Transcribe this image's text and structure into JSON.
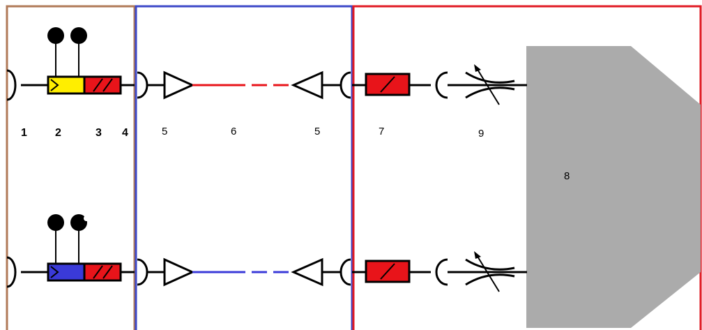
{
  "colors": {
    "panel_left_border": "#b07a58",
    "panel_middle_border": "#3c48c8",
    "panel_right_border": "#e01b24",
    "line": "#000000",
    "block_red": "#e8141a",
    "block_yellow": "#ffee00",
    "block_blue": "#3a3ad8",
    "link_top": "#e8141a",
    "link_bottom": "#3a3ad8",
    "big_shape": "#ababab"
  },
  "labels": {
    "n1": "1",
    "n2": "2",
    "n3": "3",
    "n4": "4",
    "n5a": "5",
    "n6": "6",
    "n5b": "5",
    "n7": "7",
    "n9": "9",
    "n8": "8"
  },
  "icons": {
    "connector": "half-circle-connector",
    "triangle": "triangle-arrow-icon",
    "knob": "filled-circle-knob",
    "crossing": "crossed-lines-arrow-icon"
  }
}
